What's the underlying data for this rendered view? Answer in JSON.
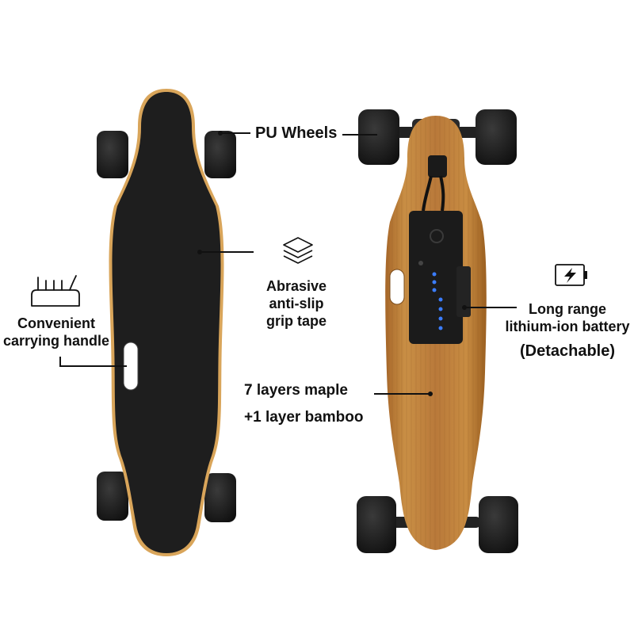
{
  "colors": {
    "grip": "#1c1c1c",
    "deck_edge": "#d8a85c",
    "bamboo_light": "#c48a3f",
    "bamboo_dark": "#9a5d1c",
    "wheel": "#151515",
    "truck": "#1f1f1f",
    "battery": "#1a1a1a",
    "led": "#3a7bff",
    "text": "#111111"
  },
  "labels": {
    "pu_wheels": "PU Wheels",
    "grip_tape": [
      "Abrasive",
      "anti-slip",
      "grip tape"
    ],
    "handle": [
      "Convenient",
      "carrying handle"
    ],
    "battery": [
      "Long range",
      "lithium-ion battery"
    ],
    "detachable": "(Detachable)",
    "deck": [
      "7 layers maple",
      "+1 layer bamboo"
    ]
  },
  "icons": [
    "layers-icon",
    "hand-icon",
    "battery-charging-icon"
  ]
}
